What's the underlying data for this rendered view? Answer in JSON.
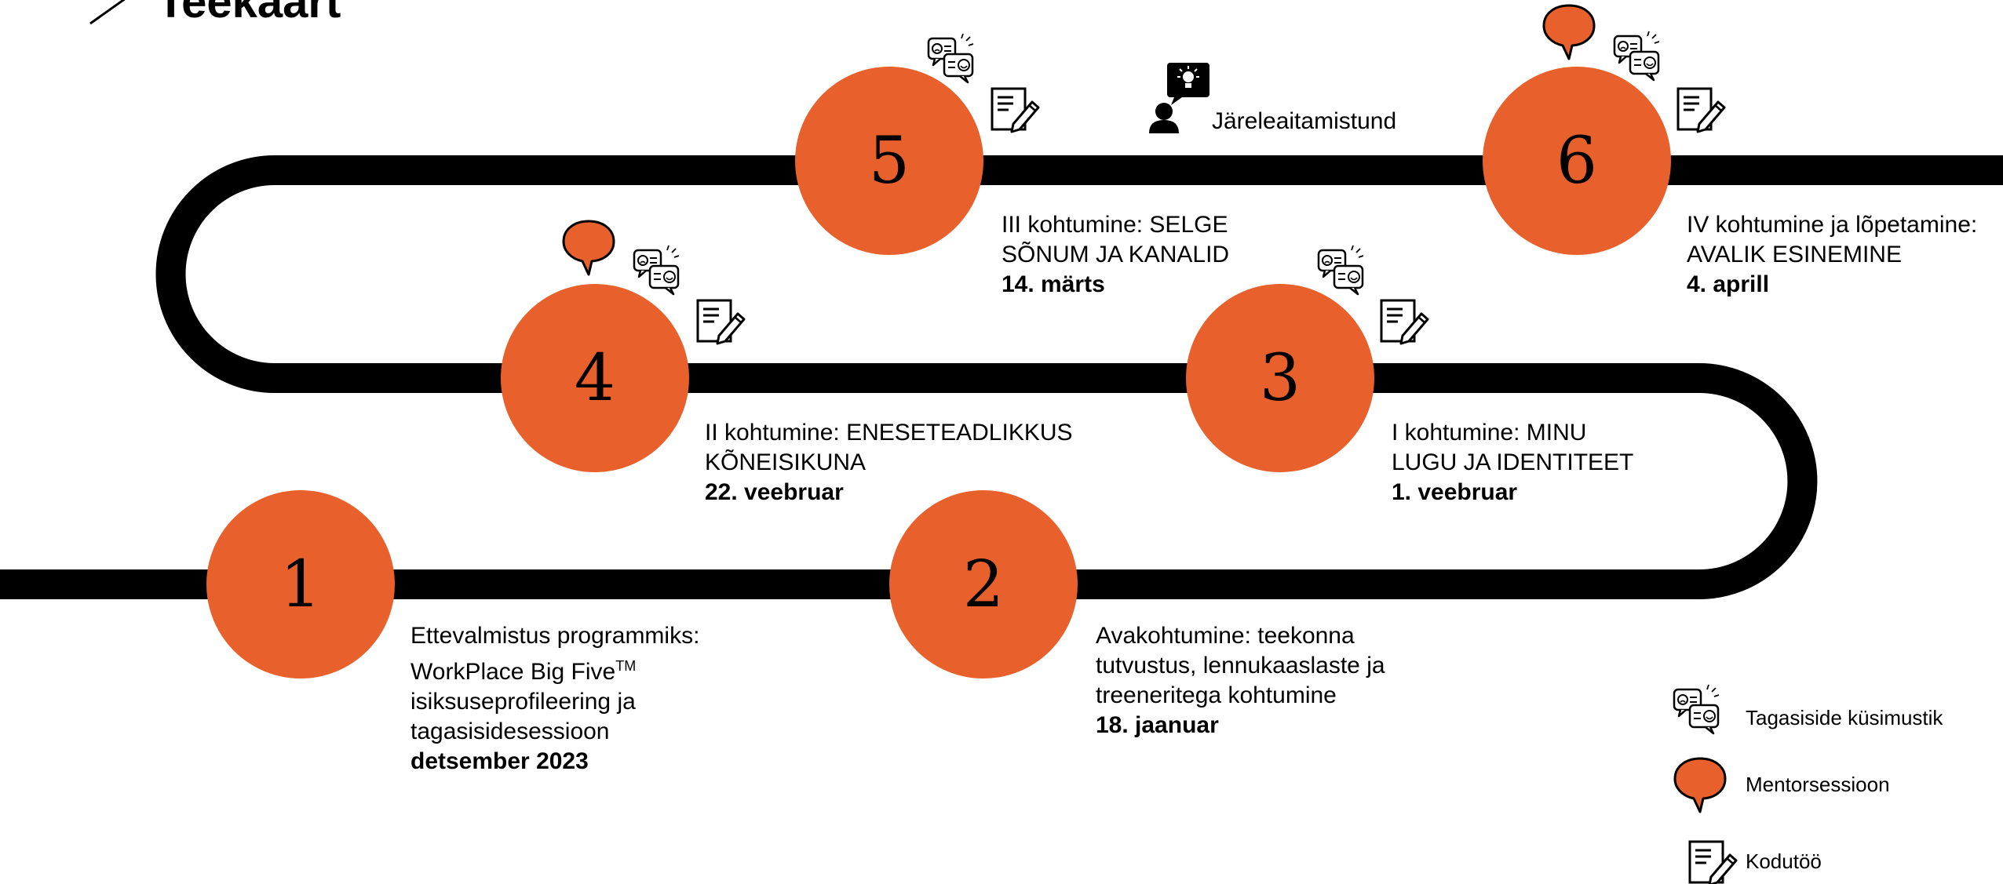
{
  "title": "Teekaart",
  "colors": {
    "accent": "#E8602C",
    "path": "#000000"
  },
  "stops": [
    {
      "number": "1",
      "lines": [
        "Ettevalmistus programmiks:",
        "WorkPlace Big Five",
        "isiksuseprofileering ja",
        "tagasisidesessioon"
      ],
      "trademark": "TM",
      "date": "detsember 2023"
    },
    {
      "number": "2",
      "lines": [
        "Avakohtumine: teekonna",
        "tutvustus, lennukaaslaste ja",
        "treeneritega kohtumine"
      ],
      "date": "18. jaanuar"
    },
    {
      "number": "3",
      "lines": [
        "I kohtumine: MINU",
        "LUGU JA IDENTITEET"
      ],
      "date": "1. veebruar",
      "icons": [
        "feedback-survey-icon",
        "homework-icon"
      ]
    },
    {
      "number": "4",
      "lines": [
        "II kohtumine: ENESETEADLIKKUS",
        "KÕNEISIKUNA"
      ],
      "date": "22. veebruar",
      "icons": [
        "mentor-session-icon",
        "feedback-survey-icon",
        "homework-icon"
      ]
    },
    {
      "number": "5",
      "lines": [
        "III kohtumine: SELGE",
        "SÕNUM JA KANALID"
      ],
      "date": "14. märts",
      "icons": [
        "feedback-survey-icon",
        "homework-icon"
      ]
    },
    {
      "number": "6",
      "lines": [
        "IV kohtumine ja lõpetamine:",
        "AVALIK ESINEMINE"
      ],
      "date": "4. aprill",
      "icons": [
        "mentor-session-icon",
        "feedback-survey-icon",
        "homework-icon"
      ]
    }
  ],
  "extra_event": {
    "label": "Järeleaitamistund",
    "icon": "person-idea-icon"
  },
  "legend": [
    {
      "icon": "feedback-survey-icon",
      "label": "Tagasiside küsimustik"
    },
    {
      "icon": "mentor-session-icon",
      "label": "Mentorsessioon"
    },
    {
      "icon": "homework-icon",
      "label": "Kodutöö"
    }
  ]
}
